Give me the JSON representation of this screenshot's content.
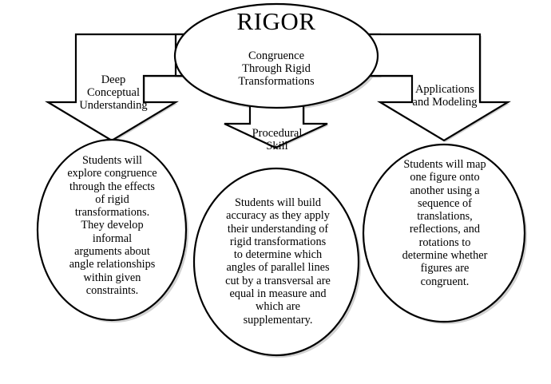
{
  "diagram": {
    "type": "rigor-flow-chart",
    "colors": {
      "background": "#ffffff",
      "outline": "#000000",
      "shape_fill": "#ffffff",
      "shadow": "#b9b9b9"
    },
    "root": {
      "title": "RIGOR",
      "subtitle": "Congruence\nThrough Rigid\nTransformations"
    },
    "branches": [
      {
        "id": "deep-conceptual-understanding",
        "label": "Deep\nConceptual\nUnderstanding",
        "body": "Students will\nexplore congruence\nthrough the effects\nof rigid\ntransformations.\nThey develop\ninformal\narguments about\nangle relationships\nwithin given\nconstraints."
      },
      {
        "id": "procedural-skill",
        "label": "Procedural\nSkill",
        "body": "Students will build\naccuracy as they apply\ntheir understanding of\nrigid transformations\nto determine which\nangles of parallel lines\ncut by a transversal are\nequal in measure and\nwhich are\nsupplementary."
      },
      {
        "id": "applications-and-modeling",
        "label": "Applications\nand Modeling",
        "body": "Students will map\none figure onto\nanother using a\nsequence of\ntranslations,\nreflections, and\nrotations to\ndetermine whether\nfigures are\ncongruent."
      }
    ]
  }
}
